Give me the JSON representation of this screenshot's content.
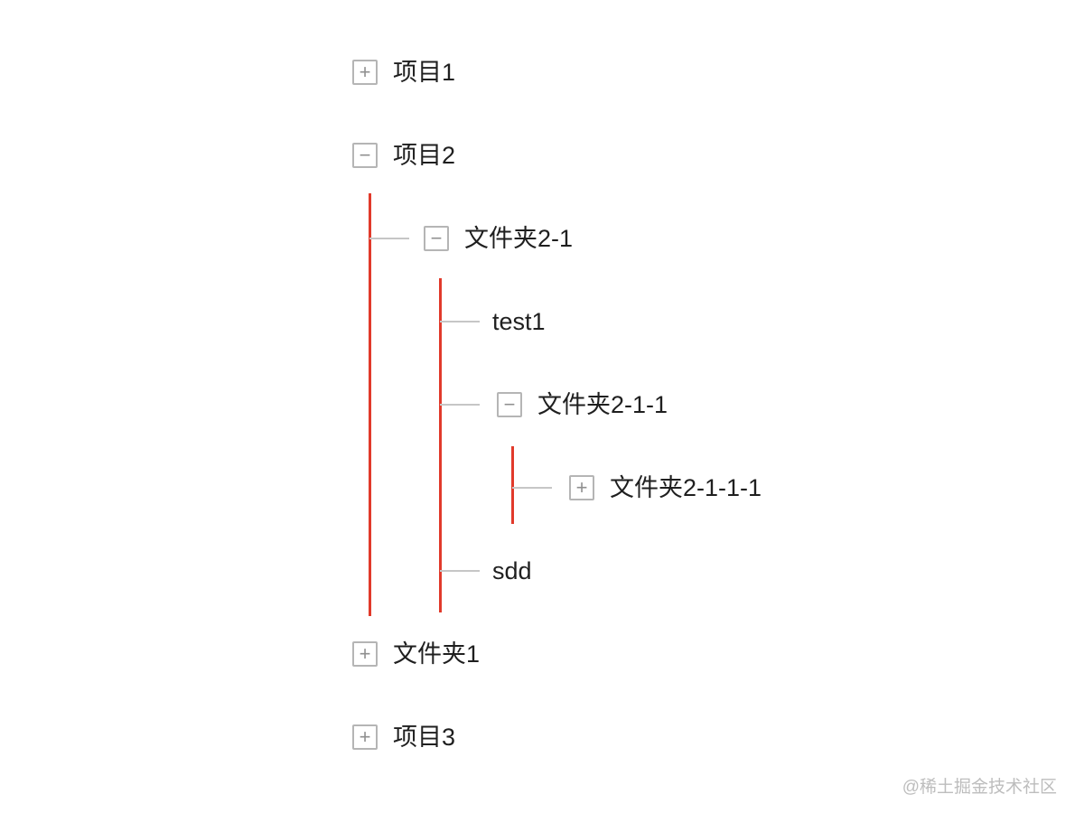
{
  "tree": {
    "nodes": [
      {
        "label": "项目1",
        "toggle": "+",
        "state": "collapsed"
      },
      {
        "label": "项目2",
        "toggle": "−",
        "state": "expanded",
        "children": [
          {
            "label": "文件夹2-1",
            "toggle": "−",
            "state": "expanded",
            "children": [
              {
                "label": "test1",
                "leaf": true
              },
              {
                "label": "文件夹2-1-1",
                "toggle": "−",
                "state": "expanded",
                "children": [
                  {
                    "label": "文件夹2-1-1-1",
                    "toggle": "+",
                    "state": "collapsed"
                  }
                ]
              },
              {
                "label": "sdd",
                "leaf": true
              }
            ]
          }
        ]
      },
      {
        "label": "文件夹1",
        "toggle": "+",
        "state": "collapsed"
      },
      {
        "label": "项目3",
        "toggle": "+",
        "state": "collapsed"
      }
    ]
  },
  "watermark": {
    "text": "@稀土掘金技术社区"
  },
  "colors": {
    "vertical_connector": "#e13a2b",
    "horizontal_connector": "#c6c6c6",
    "toggle_border": "#b5b5b5",
    "toggle_symbol": "#8f8f8f",
    "label_text": "#1f1f1f",
    "watermark_text": "#bdbdbd",
    "background": "#ffffff"
  }
}
